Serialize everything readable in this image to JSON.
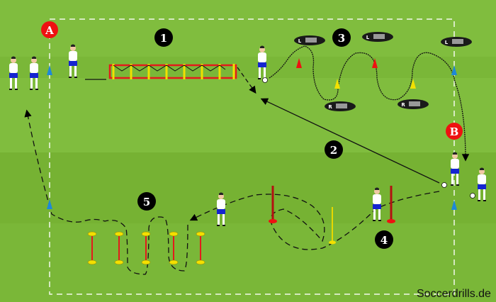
{
  "diagram": {
    "stations": [
      "1",
      "2",
      "3",
      "4",
      "5"
    ],
    "start_labels": {
      "a": "A",
      "b": "B"
    },
    "boot_labels": {
      "left": "L",
      "right": "R"
    },
    "watermark": "Soccerdrills.de",
    "colors": {
      "grass_light": "#80bd3e",
      "grass_dark": "#76b233",
      "marker_red": "#ee1111",
      "cone_blue": "#1e88d8",
      "cone_yellow": "#f3e000",
      "shorts": "#1525d0"
    }
  }
}
